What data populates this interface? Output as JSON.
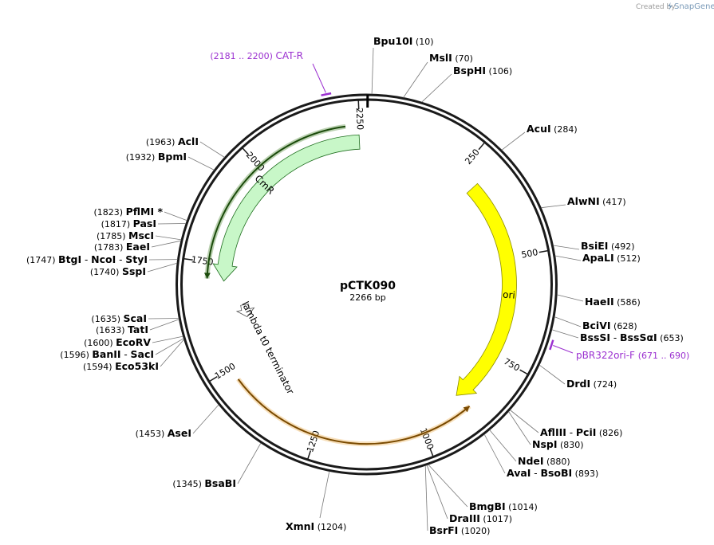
{
  "branding": {
    "created_by": "Created by",
    "product": "SnapGene"
  },
  "plasmid": {
    "name": "pCTK090",
    "length_bp": 2266,
    "size_label": "2266 bp"
  },
  "ticks": [
    250,
    500,
    750,
    1000,
    1250,
    1500,
    1750,
    2000,
    2250
  ],
  "features": [
    {
      "name": "ori",
      "start": 300,
      "end": 888,
      "direction": "forward",
      "color": "#ffff00",
      "stroke": "#8a8a00",
      "radius": "outer"
    },
    {
      "name": "CmR",
      "start": 1708,
      "end": 2248,
      "direction": "reverse",
      "color": "#c8f7c8",
      "stroke": "#1f6e1f",
      "radius": "outer"
    },
    {
      "name": "lambda t0 terminator",
      "start": 1604,
      "end": 1640,
      "direction": "reverse",
      "color": "#ffffff",
      "stroke": "#555555",
      "radius": "inner"
    }
  ],
  "orfs": [
    {
      "start": 880,
      "end": 1470,
      "direction": "reverse",
      "color": "#e8a23a"
    },
    {
      "start": 1713,
      "end": 2218,
      "direction": "reverse",
      "color": "#3d7a1f"
    }
  ],
  "primers": [
    {
      "name": "CAT-R",
      "range": "(2181 .. 2200)",
      "start": 2181,
      "end": 2200
    },
    {
      "name": "pBR322ori-F",
      "range": "(671 .. 690)",
      "start": 671,
      "end": 690
    }
  ],
  "enzymes": [
    {
      "names": [
        "Bpu10I"
      ],
      "positions": [
        "(10)"
      ],
      "bp": 10
    },
    {
      "names": [
        "MslI"
      ],
      "positions": [
        "(70)"
      ],
      "bp": 70
    },
    {
      "names": [
        "BspHI"
      ],
      "positions": [
        "(106)"
      ],
      "bp": 106
    },
    {
      "names": [
        "AcuI"
      ],
      "positions": [
        "(284)"
      ],
      "bp": 284
    },
    {
      "names": [
        "AlwNI"
      ],
      "positions": [
        "(417)"
      ],
      "bp": 417
    },
    {
      "names": [
        "BsiEI"
      ],
      "positions": [
        "(492)"
      ],
      "bp": 492
    },
    {
      "names": [
        "ApaLI"
      ],
      "positions": [
        "(512)"
      ],
      "bp": 512
    },
    {
      "names": [
        "HaeII"
      ],
      "positions": [
        "(586)"
      ],
      "bp": 586
    },
    {
      "names": [
        "BciVI"
      ],
      "positions": [
        "(628)"
      ],
      "bp": 628
    },
    {
      "names": [
        "BssSI",
        "BssSαI"
      ],
      "positions": [
        "(653)"
      ],
      "bp": 653
    },
    {
      "names": [
        "DrdI"
      ],
      "positions": [
        "(724)"
      ],
      "bp": 724
    },
    {
      "names": [
        "AflIII",
        "PciI"
      ],
      "positions": [
        "(826)"
      ],
      "bp": 826
    },
    {
      "names": [
        "NspI"
      ],
      "positions": [
        "(830)"
      ],
      "bp": 830
    },
    {
      "names": [
        "NdeI"
      ],
      "positions": [
        "(880)"
      ],
      "bp": 880
    },
    {
      "names": [
        "AvaI",
        "BsoBI"
      ],
      "positions": [
        "(893)"
      ],
      "bp": 893
    },
    {
      "names": [
        "BmgBI"
      ],
      "positions": [
        "(1014)"
      ],
      "bp": 1014
    },
    {
      "names": [
        "DraIII"
      ],
      "positions": [
        "(1017)"
      ],
      "bp": 1017
    },
    {
      "names": [
        "BsrFI"
      ],
      "positions": [
        "(1020)"
      ],
      "bp": 1020
    },
    {
      "names": [
        "XmnI"
      ],
      "positions": [
        "(1204)"
      ],
      "bp": 1204
    },
    {
      "names": [
        "BsaBI"
      ],
      "positions": [
        "(1345)"
      ],
      "bp": 1345
    },
    {
      "names": [
        "AseI"
      ],
      "positions": [
        "(1453)"
      ],
      "bp": 1453
    },
    {
      "names": [
        "Eco53kI"
      ],
      "positions": [
        "(1594)"
      ],
      "bp": 1594
    },
    {
      "names": [
        "BanII",
        "SacI"
      ],
      "positions": [
        "(1596)"
      ],
      "bp": 1596
    },
    {
      "names": [
        "EcoRV"
      ],
      "positions": [
        "(1600)"
      ],
      "bp": 1600
    },
    {
      "names": [
        "TatI"
      ],
      "positions": [
        "(1633)"
      ],
      "bp": 1633
    },
    {
      "names": [
        "ScaI"
      ],
      "positions": [
        "(1635)"
      ],
      "bp": 1635
    },
    {
      "names": [
        "SspI"
      ],
      "positions": [
        "(1740)"
      ],
      "bp": 1740
    },
    {
      "names": [
        "BtgI",
        "NcoI",
        "StyI"
      ],
      "positions": [
        "(1747)"
      ],
      "bp": 1747
    },
    {
      "names": [
        "EaeI"
      ],
      "positions": [
        "(1783)"
      ],
      "bp": 1783
    },
    {
      "names": [
        "MscI"
      ],
      "positions": [
        "(1785)"
      ],
      "bp": 1785
    },
    {
      "names": [
        "PasI"
      ],
      "positions": [
        "(1817)"
      ],
      "bp": 1817
    },
    {
      "names": [
        "PflMI *"
      ],
      "positions": [
        "(1823)"
      ],
      "bp": 1823
    },
    {
      "names": [
        "BpmI"
      ],
      "positions": [
        "(1932)"
      ],
      "bp": 1932
    },
    {
      "names": [
        "AclI"
      ],
      "positions": [
        "(1963)"
      ],
      "bp": 1963
    }
  ]
}
